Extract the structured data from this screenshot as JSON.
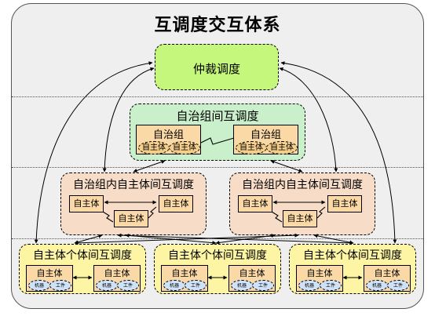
{
  "title": "互调度交互体系",
  "arbitration": "仲裁调度",
  "group_level": {
    "title": "自治组间互调度",
    "group_label": "自治组",
    "agent_label": "自主体"
  },
  "inner_level": {
    "title": "自治组内自主体间互调度",
    "agent_label": "自主体"
  },
  "individual_level": {
    "title": "自主体个体间互调度",
    "agent_label": "自主体",
    "machine_label": "机器",
    "work_label": "工件"
  },
  "colors": {
    "frame": "#f0eff0",
    "arbitration": "#c4f77c",
    "group": "#c9efcb",
    "inner": "#f7ddc7",
    "individual": "#fdf4a4",
    "agent_box": "#fbd9a6",
    "agent_ellipse": "#f5ce8c",
    "sub_ellipse": "#cfe2f7"
  }
}
